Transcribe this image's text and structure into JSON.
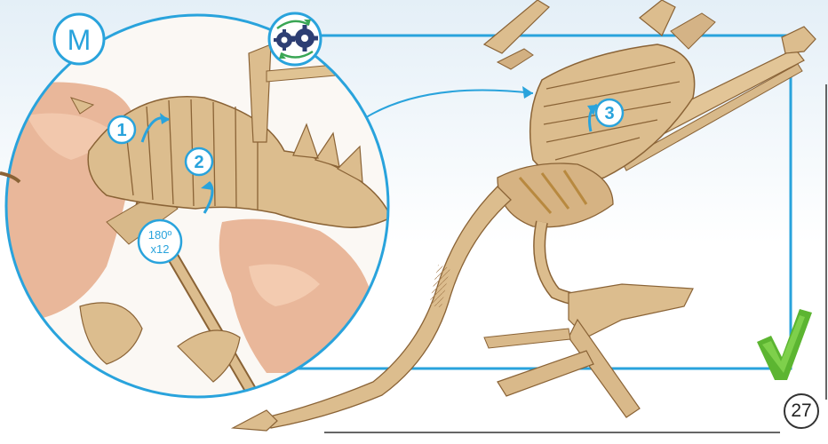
{
  "page": {
    "number": "27",
    "section_letter": "M"
  },
  "steps": [
    {
      "number": "1"
    },
    {
      "number": "2"
    },
    {
      "number": "3"
    }
  ],
  "rotation": {
    "line1": "180º",
    "line2": "x12"
  },
  "icons": {
    "mechanism": "gears-icon",
    "done": "checkmark-icon"
  },
  "colors": {
    "accent_blue": "#29a3dc",
    "wood": "#dcbd8e",
    "wood_dark": "#8a6336",
    "check_green": "#5cb531",
    "gear_navy": "#2d3e73"
  }
}
